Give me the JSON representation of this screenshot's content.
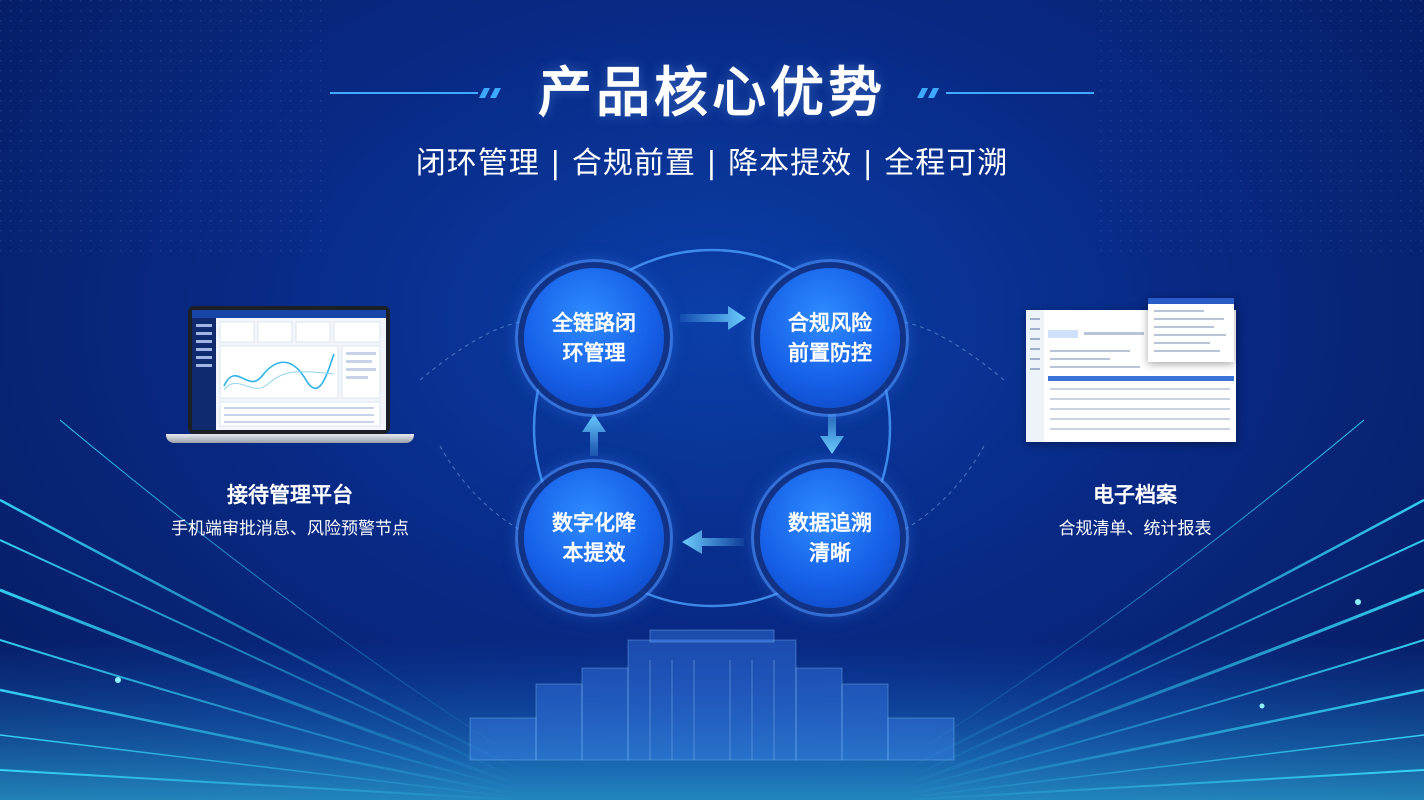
{
  "header": {
    "title": "产品核心优势",
    "subtitle": "闭环管理 | 合规前置 | 降本提效 | 全程可溯"
  },
  "cycle": {
    "nodes": [
      {
        "label": "全链路闭环管理"
      },
      {
        "label": "合规风险前置防控"
      },
      {
        "label": "数据追溯清晰"
      },
      {
        "label": "数字化降本提效"
      }
    ]
  },
  "left_panel": {
    "title": "接待管理平台",
    "subtitle": "手机端审批消息、风险预警节点"
  },
  "right_panel": {
    "title": "电子档案",
    "subtitle": "合规清单、统计报表"
  },
  "colors": {
    "background": "#082a86",
    "node": "#1660e8",
    "accent": "#2fd4ff"
  }
}
